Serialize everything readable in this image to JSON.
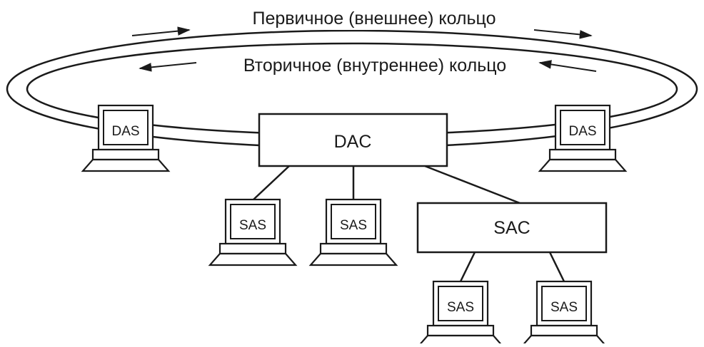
{
  "diagram": {
    "primary_ring_label": "Первичное (внешнее) кольцо",
    "secondary_ring_label": "Вторичное (внутреннее) кольцо",
    "concentrator_main": "DAC",
    "concentrator_single": "SAC",
    "stations": {
      "das_left": "DAS",
      "das_right": "DAS",
      "sas_1": "SAS",
      "sas_2": "SAS",
      "sas_3": "SAS",
      "sas_4": "SAS"
    }
  }
}
